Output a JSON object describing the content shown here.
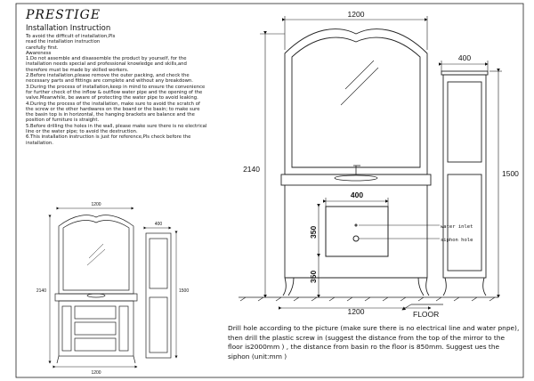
{
  "brand": "PRESTIGE",
  "subtitle": "Installation Instruction",
  "instructions": [
    "To avoid the difficult of installation,Pls",
    "read the installation instruction",
    "carefully first.",
    "Awareness",
    "1.Do not assemble and disassemble the product by yourself, for the installation needs special and professional knowledge and skills,and therefore must be made by skilled workers.",
    "2.Before installation,please remove the outer packing, and check the necessary parts and fittings are complete and without any breakdown.",
    "3.During the process of installation,keep in mind to ensure the convenience for further check of the inflow & outflow water pipe and the opening of the valve.Meanwhile, be aware of protecting the water pipe to avoid leaking.",
    "4.During the process of the installation, make sure to avoid the scratch of the screw or the other hardwares on the board or the basin; to make sure the basin top is in horizontal, the hanging brackets are balance and the position of furniture is straight.",
    "5.Before drilling the holes in the wall, please make sure there is no electrical line or the water pipe; to avoid the destruction.",
    "6.This installation instruction is just for reference,Pls check before the installation."
  ],
  "main_dims": {
    "top_width": "1200",
    "cabinet_width": "400",
    "total_height": "2140",
    "cabinet_height": "1500",
    "basin_width": "400",
    "inlet_height": "350",
    "siphon_height": "350",
    "bottom_width": "1200"
  },
  "labels": {
    "water_inlet": "water inlet",
    "siphon_hole": "siphon hole",
    "floor": "FLOOR"
  },
  "small_dims": {
    "top_width": "1200",
    "cabinet_width": "400",
    "total_height": "2140",
    "cabinet_height": "1500",
    "bottom_width": "1200"
  },
  "bottom_note": "Drill hole according to the picture (make sure there is no electrical line and water pnpe), then drill the plastic screw in (suggest the distance from the top of the mirror to the floor is2000mm ) , the distance from basin ro the floor is 850mm. Suggest ues the siphon (unit:mm )"
}
